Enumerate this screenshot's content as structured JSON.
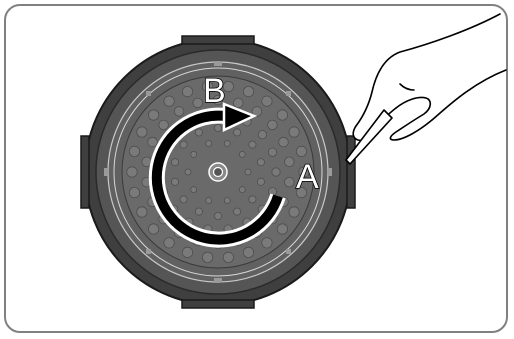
{
  "labels": {
    "start_point": "A",
    "end_point": "B"
  },
  "colors": {
    "frame_border": "#808080",
    "lid_outer": "#4a4a4a",
    "lid_rim": "#5c5c5c",
    "lid_inner": "#6b6b6b",
    "arrow": "#000000",
    "letter_fill": "#ffffff",
    "letter_stroke": "#000000"
  },
  "icons": {
    "pressure_lid": "pressure-cooker-lid-illustration",
    "rotation_arrow": "clockwise-rotation-arrow",
    "hand": "hand-holding-tool-illustration",
    "center_knob": "lid-center-knob"
  }
}
